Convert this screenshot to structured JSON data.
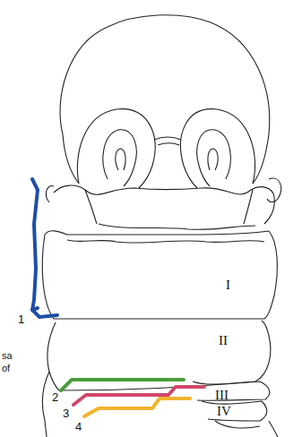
{
  "diagram": {
    "labels": [
      "I",
      "1",
      "II",
      "sa",
      "of",
      "III",
      "2",
      "IV",
      "3",
      "4"
    ]
  }
}
